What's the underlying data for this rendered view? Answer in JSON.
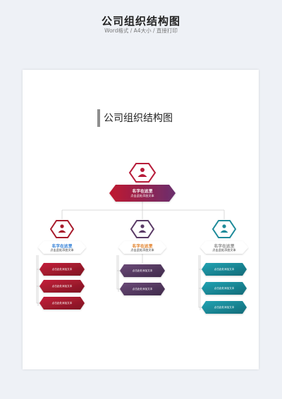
{
  "header": {
    "title": "公司组织结构图",
    "subtitle": "Word格式 / A4大小 / 直接打印"
  },
  "document": {
    "title": "公司组织结构图"
  },
  "org": {
    "root": {
      "name": "名字在这里",
      "sub": "点击此处添加文本",
      "color": "#b71c3a"
    },
    "branches": [
      {
        "name": "名字在这里",
        "sub": "点击此处添加文本",
        "name_color": "#2b7bd6",
        "color": "#a81b2c",
        "items": [
          "点击此处添加文本",
          "点击此处添加文本",
          "点击此处添加文本"
        ]
      },
      {
        "name": "名字在这里",
        "sub": "点击此处添加文本",
        "name_color": "#e07a1e",
        "color": "#5a3a66",
        "items": [
          "点击此处添加文本",
          "点击此处添加文本"
        ]
      },
      {
        "name": "名字在这里",
        "sub": "点击此处添加文本",
        "name_color": "#8a8a8a",
        "color": "#1e8b9a",
        "items": [
          "点击此处添加文本",
          "点击此处添加文本",
          "点击此处添加文本"
        ]
      }
    ]
  }
}
